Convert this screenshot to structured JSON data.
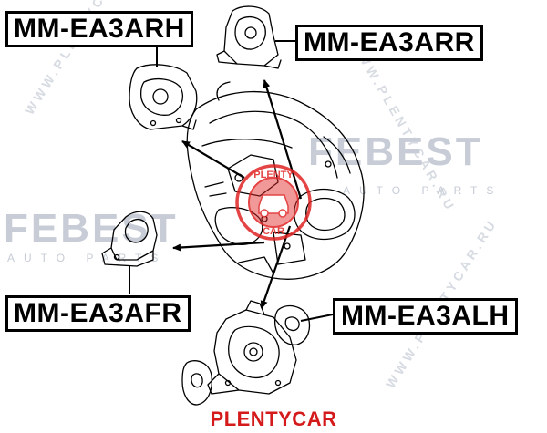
{
  "labels": {
    "arh": "MM-EA3ARH",
    "arr": "MM-EA3ARR",
    "afr": "MM-EA3AFR",
    "alh": "MM-EA3ALH"
  },
  "watermark": {
    "brand": "FEBEST",
    "tagline": "AUTO PARTS",
    "url": "WWW.PLENTYCAR.RU"
  },
  "stamp": {
    "text_top": "PLENTY",
    "text_bottom": "CAR"
  },
  "footer": {
    "text": "PLENTYCAR"
  },
  "colors": {
    "footer": "#d41a1a",
    "stamp": "#e02424",
    "watermark": "#c7ccd6",
    "line": "#000000"
  }
}
